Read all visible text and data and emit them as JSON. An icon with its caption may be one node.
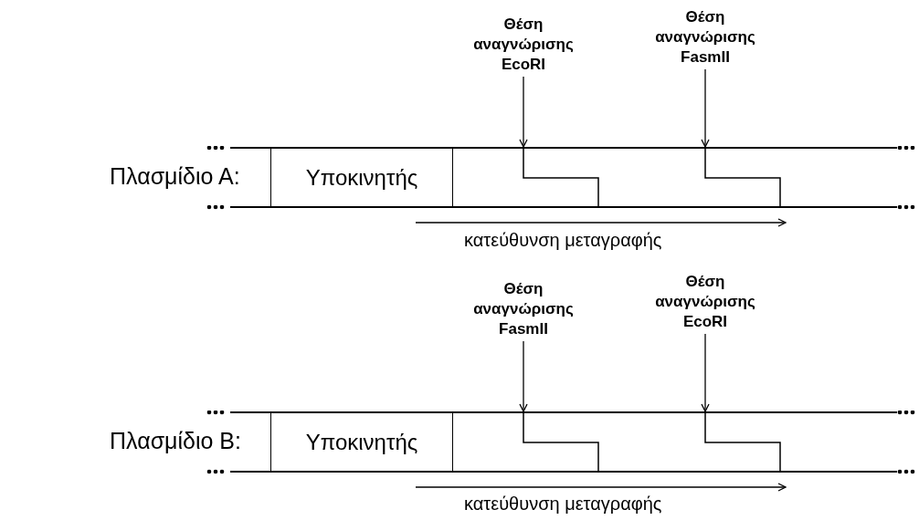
{
  "diagram": {
    "nodes": [
      {
        "text": [
          "Θέση αναγνώρισης EcoRI"
        ]
      },
      {
        "text": [
          "Θέση αναγνώρισης FasmII"
        ]
      },
      {
        "text": [],
        "shape": "bar"
      },
      {
        "text": [
          "Υποκινητής"
        ],
        "in": 2
      },
      {
        "text": [
          "Θέση αναγνώρισης FasmII"
        ]
      },
      {
        "text": [
          "Θέση αναγνώρισης EcoRI"
        ]
      },
      {
        "text": [],
        "shape": "bar"
      },
      {
        "text": [
          "Υποκινητής"
        ],
        "in": 6
      }
    ],
    "edges": [
      {
        "from": 0,
        "to": 2,
        "arrow": "to"
      },
      {
        "from": 1,
        "to": 2,
        "arrow": "to"
      },
      {
        "from": 4,
        "to": 6,
        "arrow": "to"
      },
      {
        "from": 5,
        "to": 6,
        "arrow": "to"
      }
    ],
    "labels": [
      "Πλασμίδιο Α:",
      "κατεύθυνση μεταγραφής",
      "Πλασμίδιο Β:",
      "κατεύθυνση μεταγραφής"
    ]
  }
}
